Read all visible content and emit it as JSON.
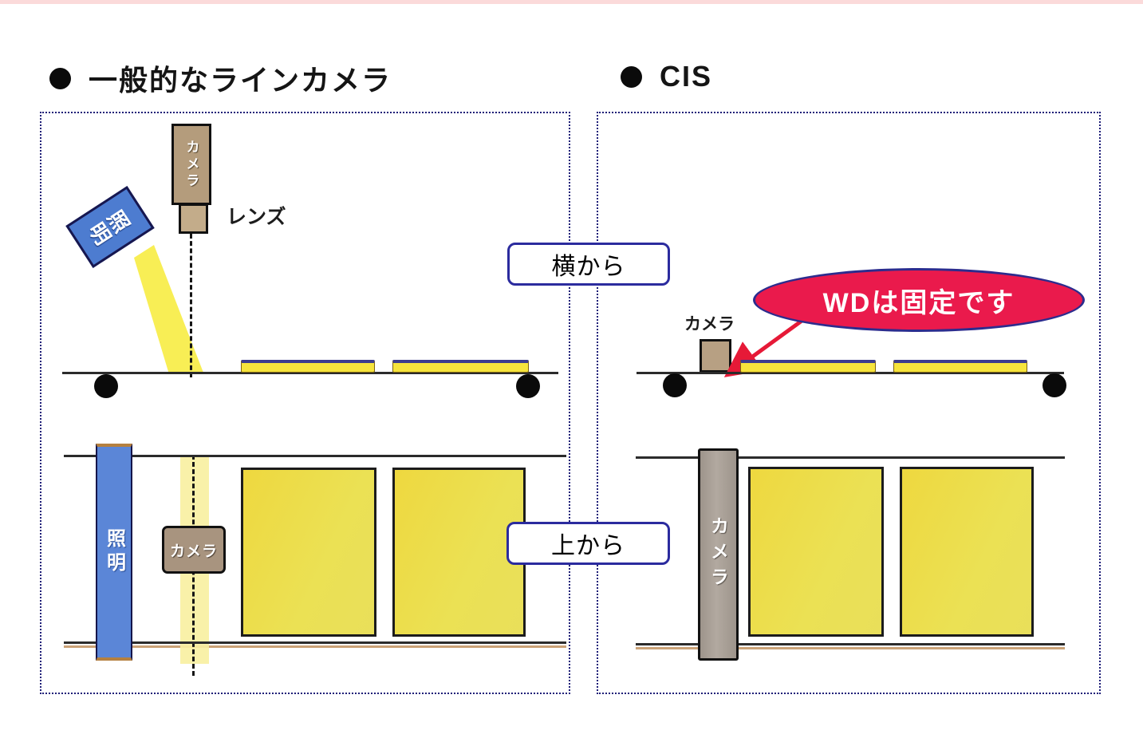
{
  "title_left": {
    "bullet": "●",
    "text": "一般的なラインカメラ"
  },
  "title_right": {
    "bullet": "●",
    "text": "CIS"
  },
  "view_labels": {
    "side": "横から",
    "top": "上から"
  },
  "labels": {
    "camera": "カメラ",
    "lens": "レンズ",
    "light": "照明",
    "light_chars": [
      "照",
      "明"
    ],
    "wd_callout": "WDは固定です"
  },
  "colors": {
    "panel_border": "#1e1e78",
    "camera_tan": "#b49c7c",
    "lens_tan": "#c3ac8a",
    "camera_box_tan": "#a8947f",
    "gray_camera_bar": "#a79e95",
    "light_bar_blue": "#5b86d7",
    "light_box_blue": "#4d7cd0",
    "beam_yellow": "#f8ee55",
    "slab_yellow": "#f6e43c",
    "square_yellow": "#ece04b",
    "slab_top_edge": "#3c3c8e",
    "callout_red": "#ea1a4c",
    "arrow_red": "#e61937",
    "view_label_border": "#2b2b9e",
    "conveyor_black": "#2b2b2b"
  }
}
